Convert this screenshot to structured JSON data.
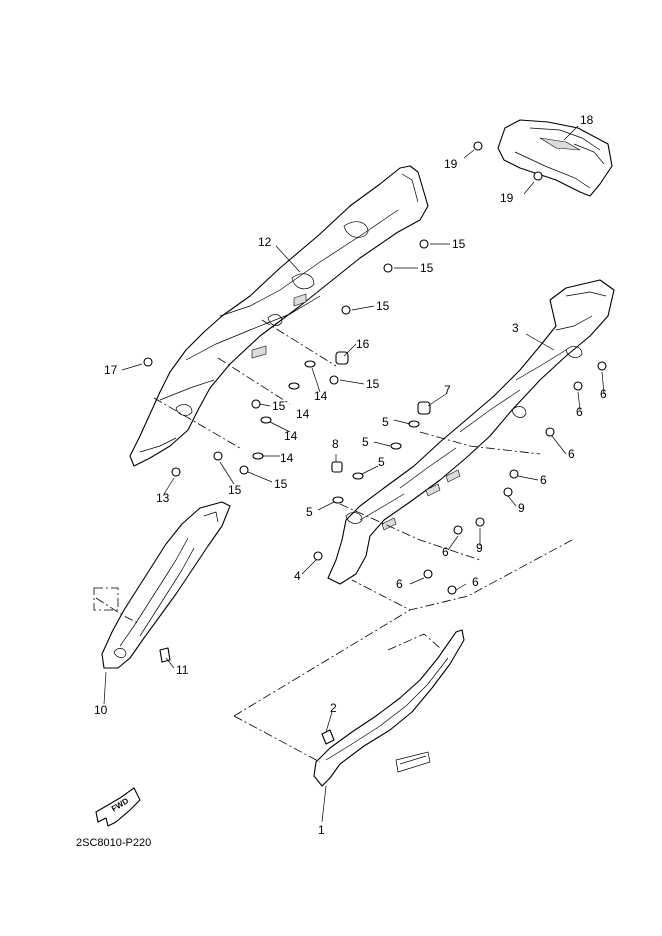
{
  "diagram": {
    "code": "2SC8010-P220",
    "fwd_label": "FWD",
    "callouts": [
      "1",
      "2",
      "3",
      "4",
      "5",
      "5",
      "5",
      "5",
      "6",
      "6",
      "6",
      "6",
      "6",
      "6",
      "6",
      "7",
      "8",
      "9",
      "9",
      "10",
      "11",
      "12",
      "13",
      "14",
      "14",
      "14",
      "14",
      "15",
      "15",
      "15",
      "15",
      "15",
      "15",
      "15",
      "16",
      "17",
      "18",
      "19",
      "19"
    ]
  }
}
